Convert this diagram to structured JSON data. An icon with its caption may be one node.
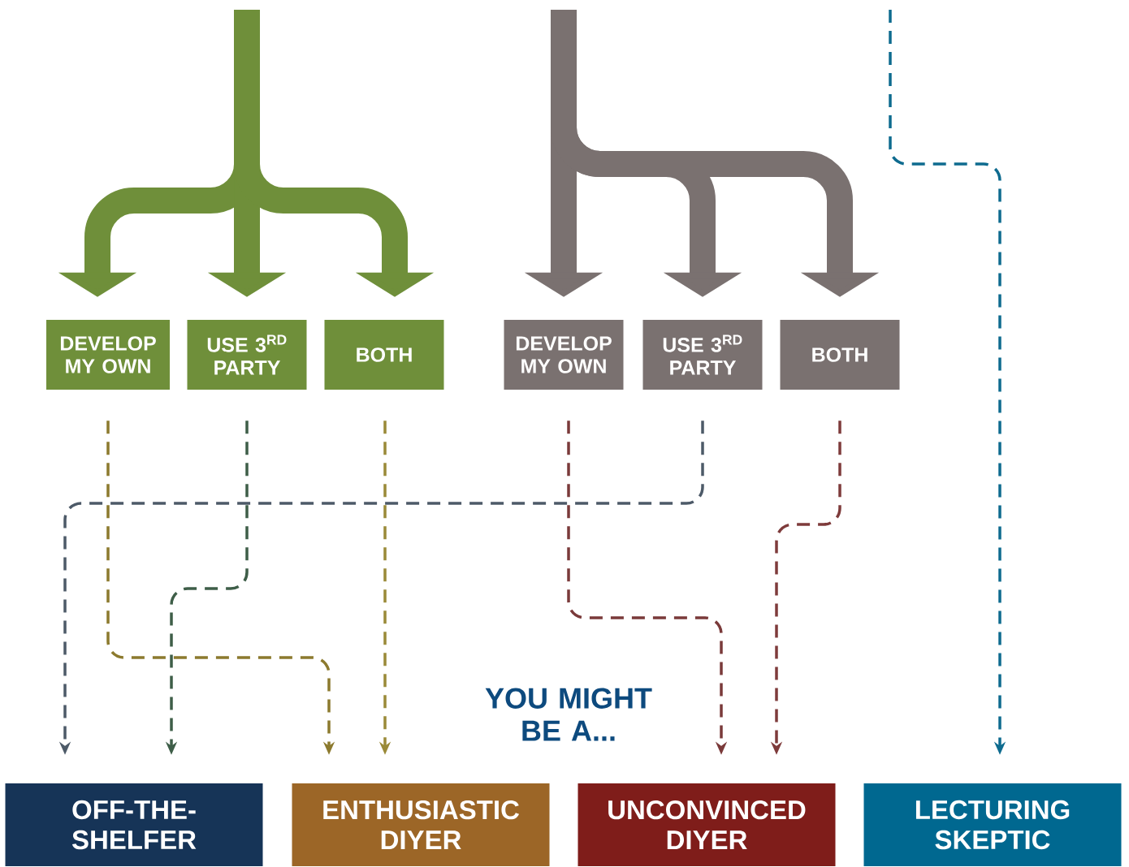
{
  "diagram": {
    "nodes": [
      {
        "text": [
          "DEVELOP MY OWN"
        ]
      },
      {
        "text": [
          "USE 3$^{RD}$ PARTY"
        ]
      },
      {
        "text": [
          "BOTH"
        ]
      },
      {
        "text": [
          "DEVELOP MY OWN"
        ]
      },
      {
        "text": [
          "USE 3$^{RD}$ PARTY"
        ]
      },
      {
        "text": [
          "BOTH"
        ]
      },
      {
        "text": [
          "OFF-THE-SHELFER"
        ]
      },
      {
        "text": [
          "ENTHUSIASTIC DIYER"
        ]
      },
      {
        "text": [
          "UNCONVINCED DIYER"
        ]
      },
      {
        "text": [
          "LECTURING SKEPTIC"
        ]
      }
    ],
    "edges": [
      {
        "from": null,
        "to": 0,
        "arrow": "to",
        "style": "thick",
        "color": "#6f8f3a"
      },
      {
        "from": null,
        "to": 1,
        "arrow": "to",
        "style": "thick",
        "color": "#6f8f3a"
      },
      {
        "from": null,
        "to": 2,
        "arrow": "to",
        "style": "thick",
        "color": "#6f8f3a"
      },
      {
        "from": null,
        "to": 3,
        "arrow": "to",
        "style": "thick",
        "color": "#7a7170"
      },
      {
        "from": null,
        "to": 4,
        "arrow": "to",
        "style": "thick",
        "color": "#7a7170"
      },
      {
        "from": null,
        "to": 5,
        "arrow": "to",
        "style": "thick",
        "color": "#7a7170"
      },
      {
        "from": null,
        "to": 9,
        "arrow": "to",
        "style": "dashed",
        "color": "#0e6b8f"
      },
      {
        "from": 0,
        "to": 7,
        "arrow": "to",
        "style": "dashed",
        "color": "#8c7a2e"
      },
      {
        "from": 1,
        "to": 6,
        "arrow": "to",
        "style": "dashed",
        "color": "#3e5e48"
      },
      {
        "from": 2,
        "to": 7,
        "arrow": "to",
        "style": "dashed",
        "color": "#9a8a38"
      },
      {
        "from": 3,
        "to": 8,
        "arrow": "to",
        "style": "dashed",
        "color": "#7a3a3a"
      },
      {
        "from": 4,
        "to": 6,
        "arrow": "to",
        "style": "dashed",
        "color": "#4d5a68"
      },
      {
        "from": 5,
        "to": 8,
        "arrow": "to",
        "style": "dashed",
        "color": "#7e3b3b"
      }
    ],
    "labels": [
      "YOU MIGHT BE A..."
    ]
  }
}
